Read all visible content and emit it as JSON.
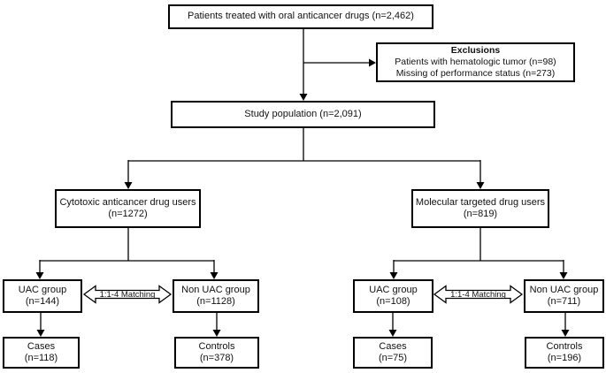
{
  "diagram": {
    "title_hint": "Patient selection flow chart",
    "colors": {
      "line": "#000000",
      "box_border": "#000000",
      "box_fill": "#ffffff",
      "text": "#111111"
    },
    "nodes": {
      "patients_total": {
        "label": "Patients treated with oral anticancer drugs (n=2,462)"
      },
      "exclusions": {
        "title": "Exclusions",
        "line1": "Patients with hematologic tumor (n=98)",
        "line2": "Missing of performance status (n=273)"
      },
      "study_population": {
        "label": "Study population (n=2,091)"
      },
      "cytotoxic": {
        "line1": "Cytotoxic anticancer drug users",
        "line2": "(n=1272)"
      },
      "molecular": {
        "line1": "Molecular targeted drug users",
        "line2": "(n=819)"
      },
      "cytotoxic_uac": {
        "line1": "UAC group",
        "line2": "(n=144)"
      },
      "cytotoxic_nonuac": {
        "line1": "Non UAC group",
        "line2": "(n=1128)"
      },
      "molecular_uac": {
        "line1": "UAC group",
        "line2": "(n=108)"
      },
      "molecular_nonuac": {
        "line1": "Non UAC group",
        "line2": "(n=711)"
      },
      "cytotoxic_cases": {
        "line1": "Cases",
        "line2": "(n=118)"
      },
      "cytotoxic_controls": {
        "line1": "Controls",
        "line2": "(n=378)"
      },
      "molecular_cases": {
        "line1": "Cases",
        "line2": "(n=75)"
      },
      "molecular_controls": {
        "line1": "Controls",
        "line2": "(n=196)"
      }
    },
    "matching_left": {
      "label": "1:1-4 Matching"
    },
    "matching_right": {
      "label": "1:1-4 Matching"
    }
  }
}
